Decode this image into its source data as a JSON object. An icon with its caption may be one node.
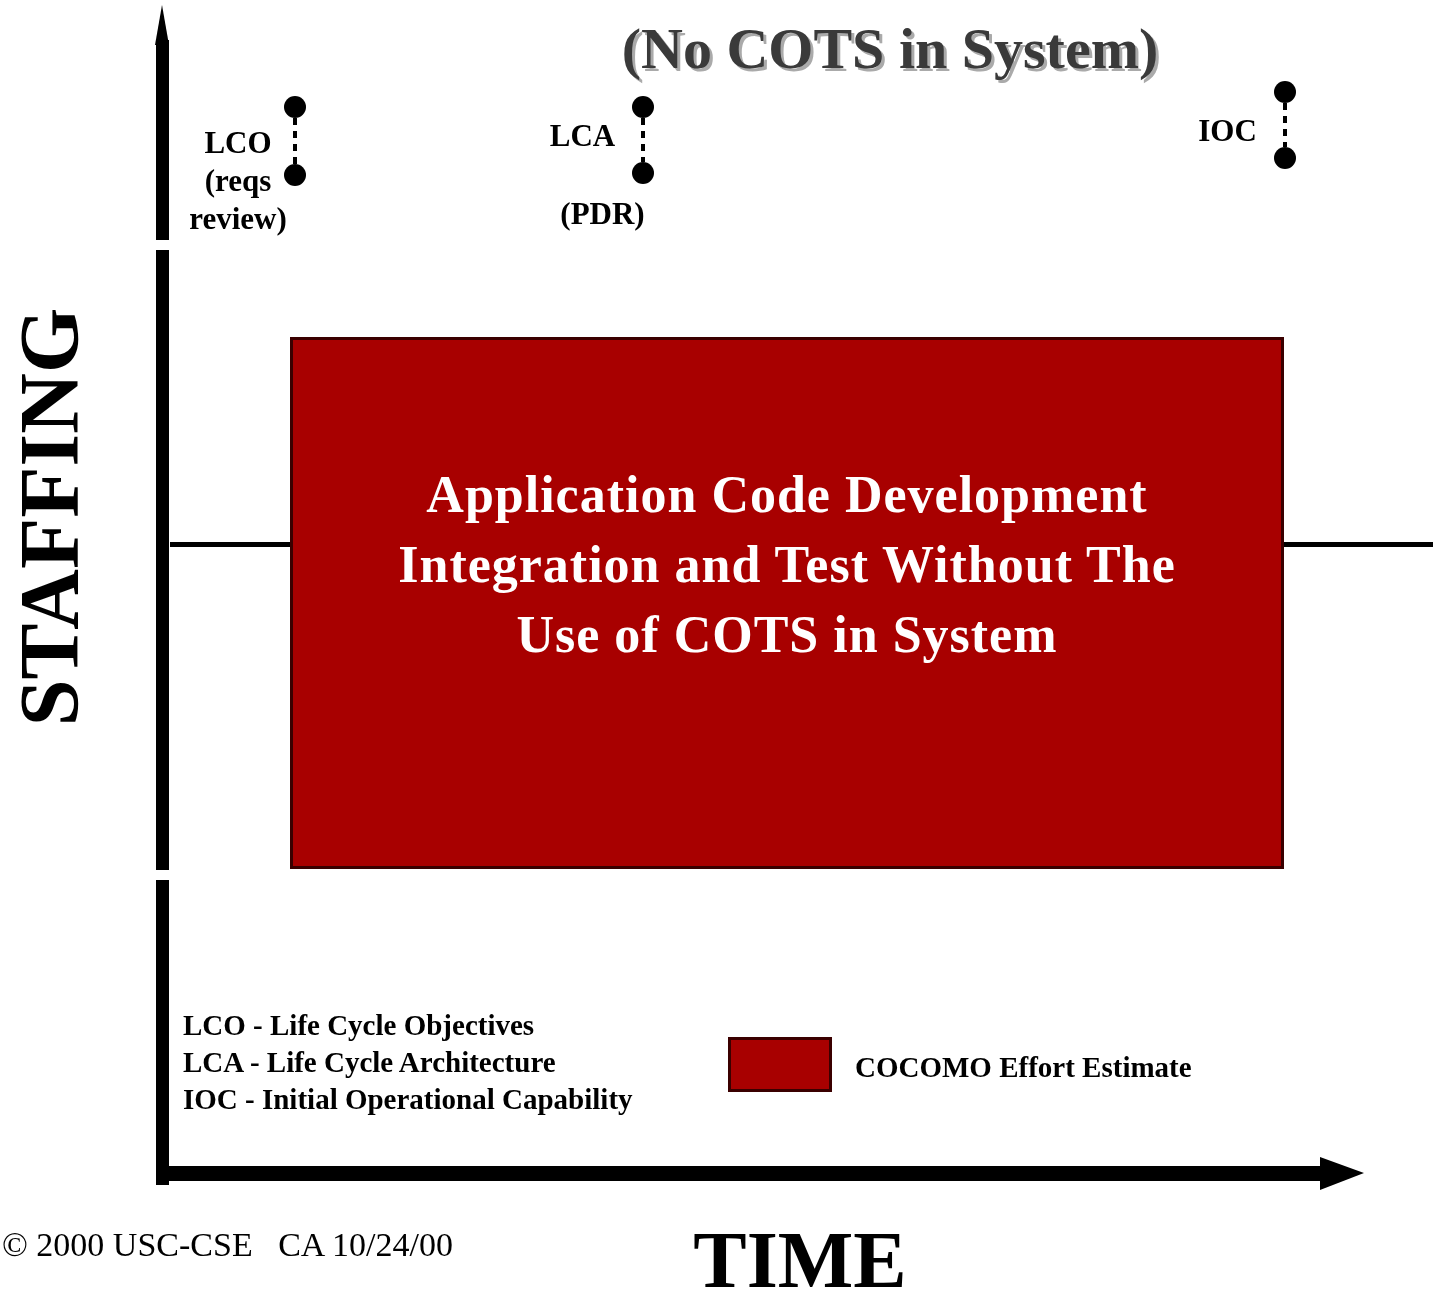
{
  "diagram": {
    "title": "(No COTS in System)",
    "nodes": [
      {
        "text": [
          "Application Code Development Integration and Test Without The Use of COTS in System"
        ]
      }
    ],
    "labels": [
      "LCO (reqs review)",
      "LCA",
      "IOC",
      "(PDR)",
      "STAFFING",
      "LCO - Life Cycle Objectives",
      "LCA - Life Cycle Architecture",
      "IOC - Initial Operational Capability",
      "© 2000 USC-CSE   CA 10/24/00",
      "TIME"
    ],
    "legend": [
      {
        "text": "COCOMO Effort Estimate",
        "color": "#a80000"
      }
    ]
  }
}
